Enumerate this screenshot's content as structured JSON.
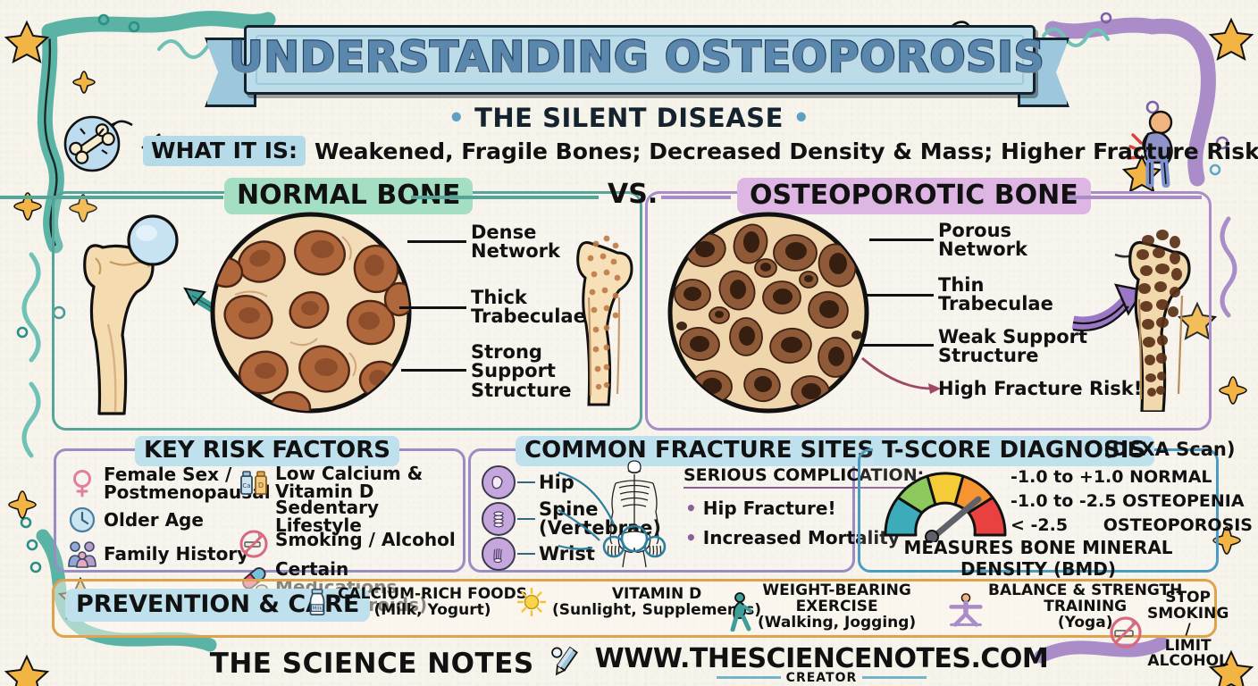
{
  "header": {
    "title": "UNDERSTANDING OSTEOPOROSIS",
    "subtitle": "THE SILENT DISEASE",
    "subtitle_dot": "•",
    "what_it_is_label": "WHAT IT IS:",
    "what_it_is_text": "Weakened, Fragile Bones; Decreased Density & Mass; Higher Fracture Risk!"
  },
  "comparison": {
    "vs": "VS.",
    "normal": {
      "badge": "NORMAL BONE",
      "color": "#55a59a",
      "labels": [
        "Dense\nNetwork",
        "Thick\nTrabeculae",
        "Strong\nSupport\nStructure"
      ]
    },
    "osteoporotic": {
      "badge": "OSTEOPOROTIC BONE",
      "color": "#a98cc8",
      "labels": [
        "Porous\nNetwork",
        "Thin\nTrabeculae",
        "Weak Support\nStructure",
        "High Fracture Risk!"
      ]
    }
  },
  "risk_factors": {
    "badge": "KEY RISK FACTORS",
    "left_items": [
      {
        "icon": "female-sign-icon",
        "text": "Female Sex /\nPostmenopausal"
      },
      {
        "icon": "clock-icon",
        "text": "Older Age"
      },
      {
        "icon": "family-icon",
        "text": "Family History"
      }
    ],
    "right_items": [
      {
        "icon": "supplement-bottles-icon",
        "text": "Low Calcium & Vitamin D"
      },
      {
        "icon": "none",
        "text": "Sedentary Lifestyle"
      },
      {
        "icon": "no-smoking-icon",
        "text": "Smoking / Alcohol"
      },
      {
        "icon": "pill-icon",
        "text": "Certain Medications\n   (e.g., Steroids)"
      }
    ]
  },
  "fracture_sites": {
    "badge": "COMMON FRACTURE SITES",
    "sites": [
      {
        "icon": "hip-joint-icon",
        "label": "Hip"
      },
      {
        "icon": "vertebrae-icon",
        "label": "Spine\n(Vertebrae)"
      },
      {
        "icon": "wrist-bones-icon",
        "label": "Wrist"
      }
    ],
    "complication_title": "SERIOUS COMPLICATION:",
    "complications": [
      "Hip Fracture!",
      "Increased Mortality"
    ]
  },
  "tscore": {
    "badge": "T-SCORE DIAGNOSIS",
    "sub": "(DEXA Scan)",
    "ranges": [
      "-1.0 to +1.0 NORMAL",
      "-1.0 to -2.5 OSTEOPENIA",
      "< -2.5      OSTEOPOROSIS"
    ],
    "footer": "MEASURES BONE MINERAL DENSITY (BMD)",
    "gauge_colors": [
      "#3cabba",
      "#8cc85c",
      "#f5cc38",
      "#f59430",
      "#e8413f"
    ],
    "needle_value": 0.78
  },
  "prevention": {
    "badge": "PREVENTION & CARE",
    "items": [
      {
        "icon": "milk-bottle-icon",
        "text": "CALCIUM-RICH FOODS\n(Milk, Yogurt)"
      },
      {
        "icon": "sun-icon",
        "text": "VITAMIN D\n(Sunlight, Supplements)"
      },
      {
        "icon": "walking-person-icon",
        "text": "WEIGHT-BEARING\nEXERCISE\n(Walking, Jogging)"
      },
      {
        "icon": "yoga-person-icon",
        "text": "BALANCE & STRENGTH\nTRAINING\n(Yoga)"
      },
      {
        "icon": "no-smoking-icon",
        "text": "STOP SMOKING /\nLIMIT ALCOHOL"
      }
    ]
  },
  "footer": {
    "brand": "THE SCIENCE NOTES",
    "pen_icon": "pen-icon",
    "site": "WWW.THESCIENCENOTES.COM",
    "creator": "CREATOR"
  },
  "theme": {
    "background": "#f7f4ec",
    "banner_fill": "#bcdcea",
    "title_text": "#5a87ad",
    "teal": "#55a59a",
    "purple": "#a98cc8",
    "gold": "#f2b544",
    "orange_border": "#e0a24a"
  }
}
